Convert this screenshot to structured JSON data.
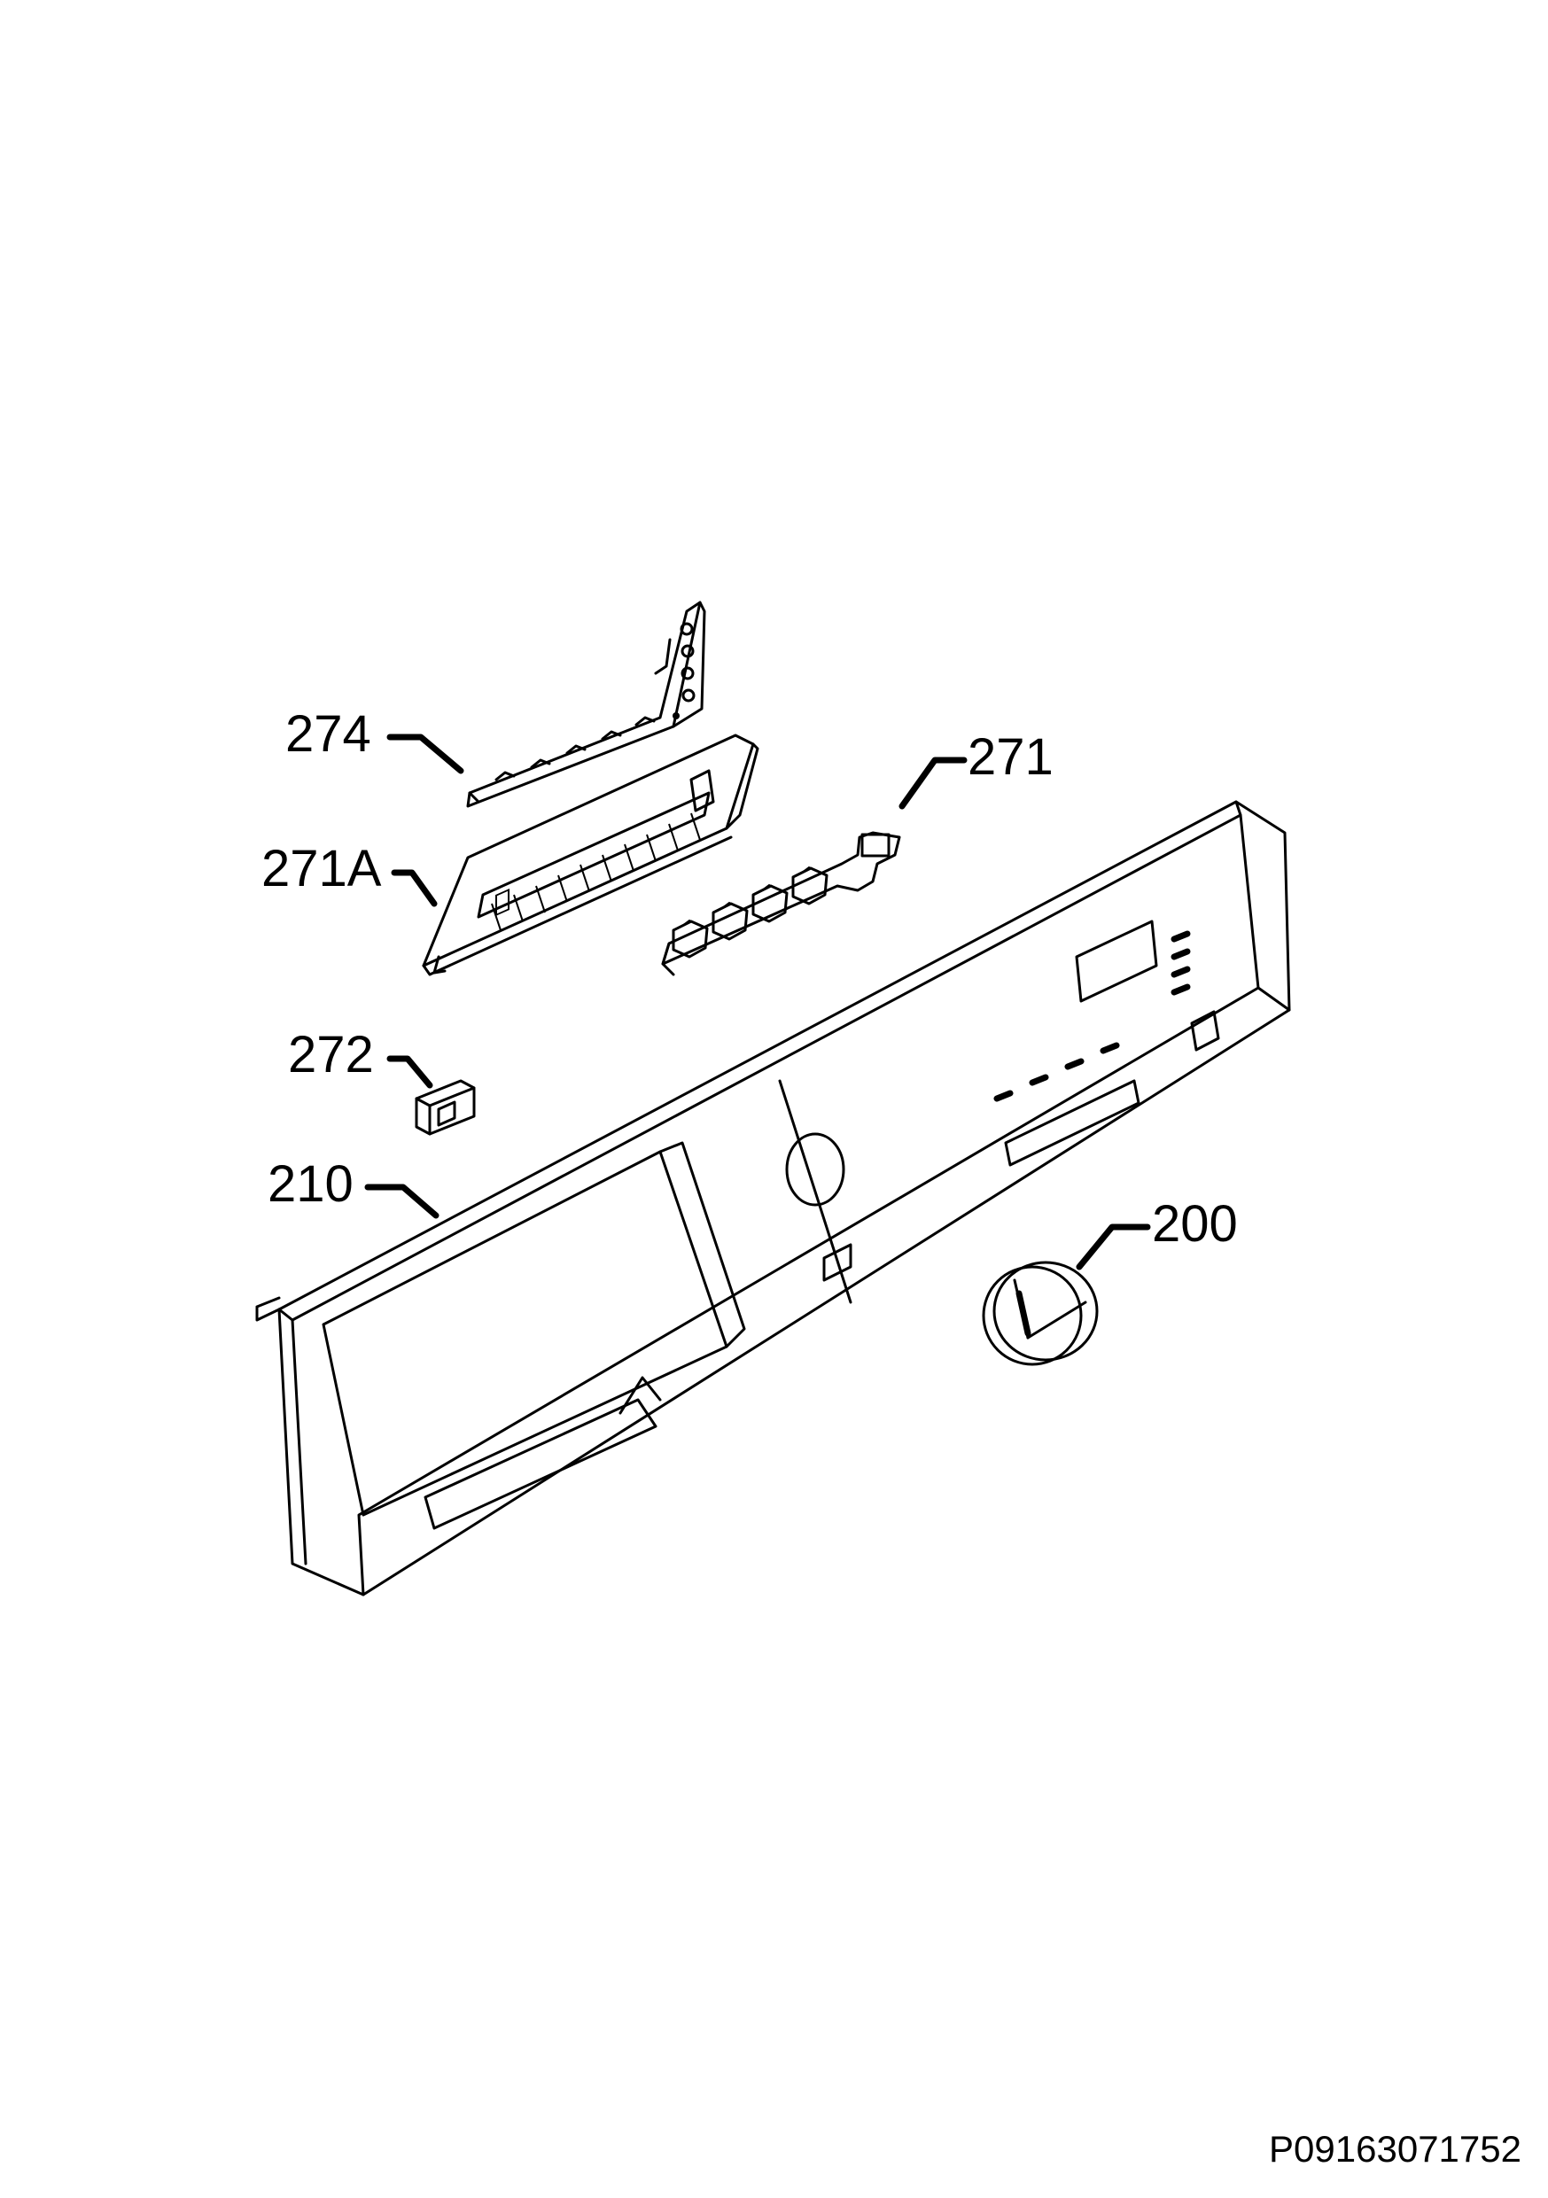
{
  "parts": [
    {
      "id": "274",
      "label": "274"
    },
    {
      "id": "271",
      "label": "271"
    },
    {
      "id": "271A",
      "label": "271A"
    },
    {
      "id": "272",
      "label": "272"
    },
    {
      "id": "210",
      "label": "210"
    },
    {
      "id": "200",
      "label": "200"
    }
  ],
  "document_code": "P09163071752"
}
